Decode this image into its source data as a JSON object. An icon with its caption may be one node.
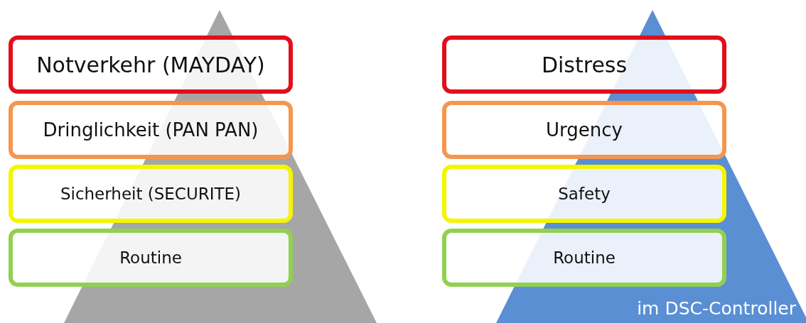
{
  "diagram": {
    "nodes": [
      {
        "text": [
          "Notverkehr (MAYDAY)"
        ]
      },
      {
        "text": [
          "Dringlichkeit (PAN PAN)"
        ]
      },
      {
        "text": [
          "Sicherheit (SECURITE)"
        ]
      },
      {
        "text": [
          "Routine"
        ]
      },
      {
        "text": [
          "Distress"
        ]
      },
      {
        "text": [
          "Urgency"
        ]
      },
      {
        "text": [
          "Safety"
        ]
      },
      {
        "text": [
          "Routine"
        ]
      }
    ],
    "edges": [],
    "labels": [
      "im DSC-Controller"
    ]
  }
}
